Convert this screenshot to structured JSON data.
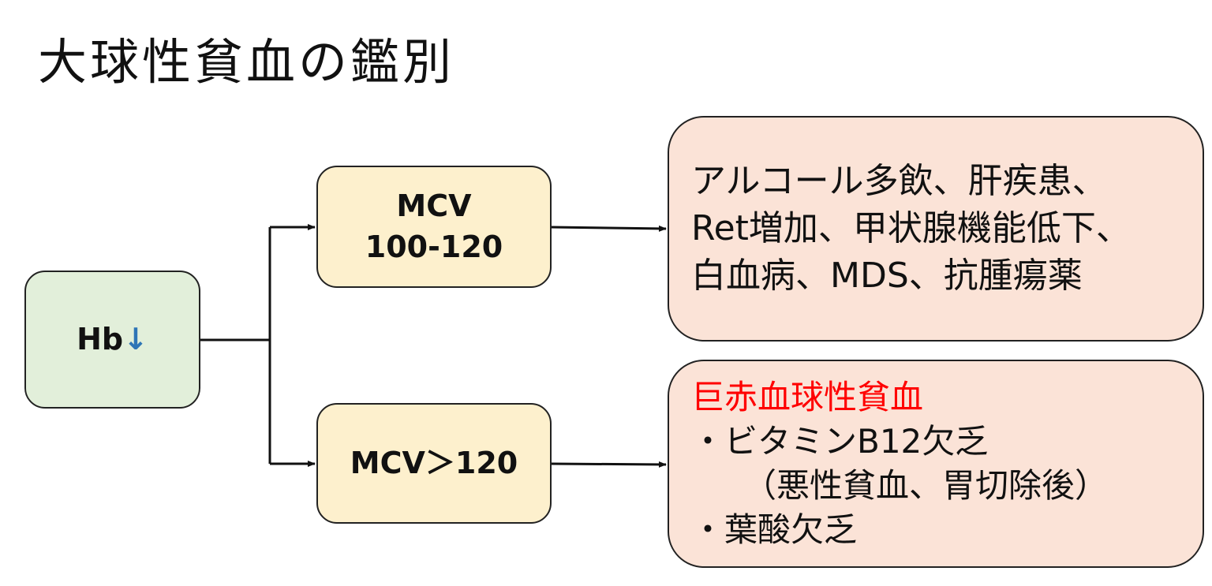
{
  "title": "大球性貧血の鑑別",
  "root": {
    "label": "Hb",
    "arrow": "↓"
  },
  "branches": [
    {
      "line1": "MCV",
      "line2": "100-120"
    },
    {
      "line1": "MCV＞120"
    }
  ],
  "outcomes": [
    {
      "lines": [
        "アルコール多飲、肝疾患、",
        "Ret増加、甲状腺機能低下、",
        "白血病、MDS、抗腫瘍薬"
      ]
    },
    {
      "heading": "巨赤血球性貧血",
      "lines": [
        "・ビタミンB12欠乏",
        "（悪性貧血、胃切除後）",
        "・葉酸欠乏"
      ]
    }
  ],
  "colors": {
    "root_fill": "#e2efda",
    "branch_fill": "#fdf0cd",
    "outcome_fill": "#fbe3d7",
    "heading": "#ff0000",
    "down_arrow": "#2e75b6"
  }
}
